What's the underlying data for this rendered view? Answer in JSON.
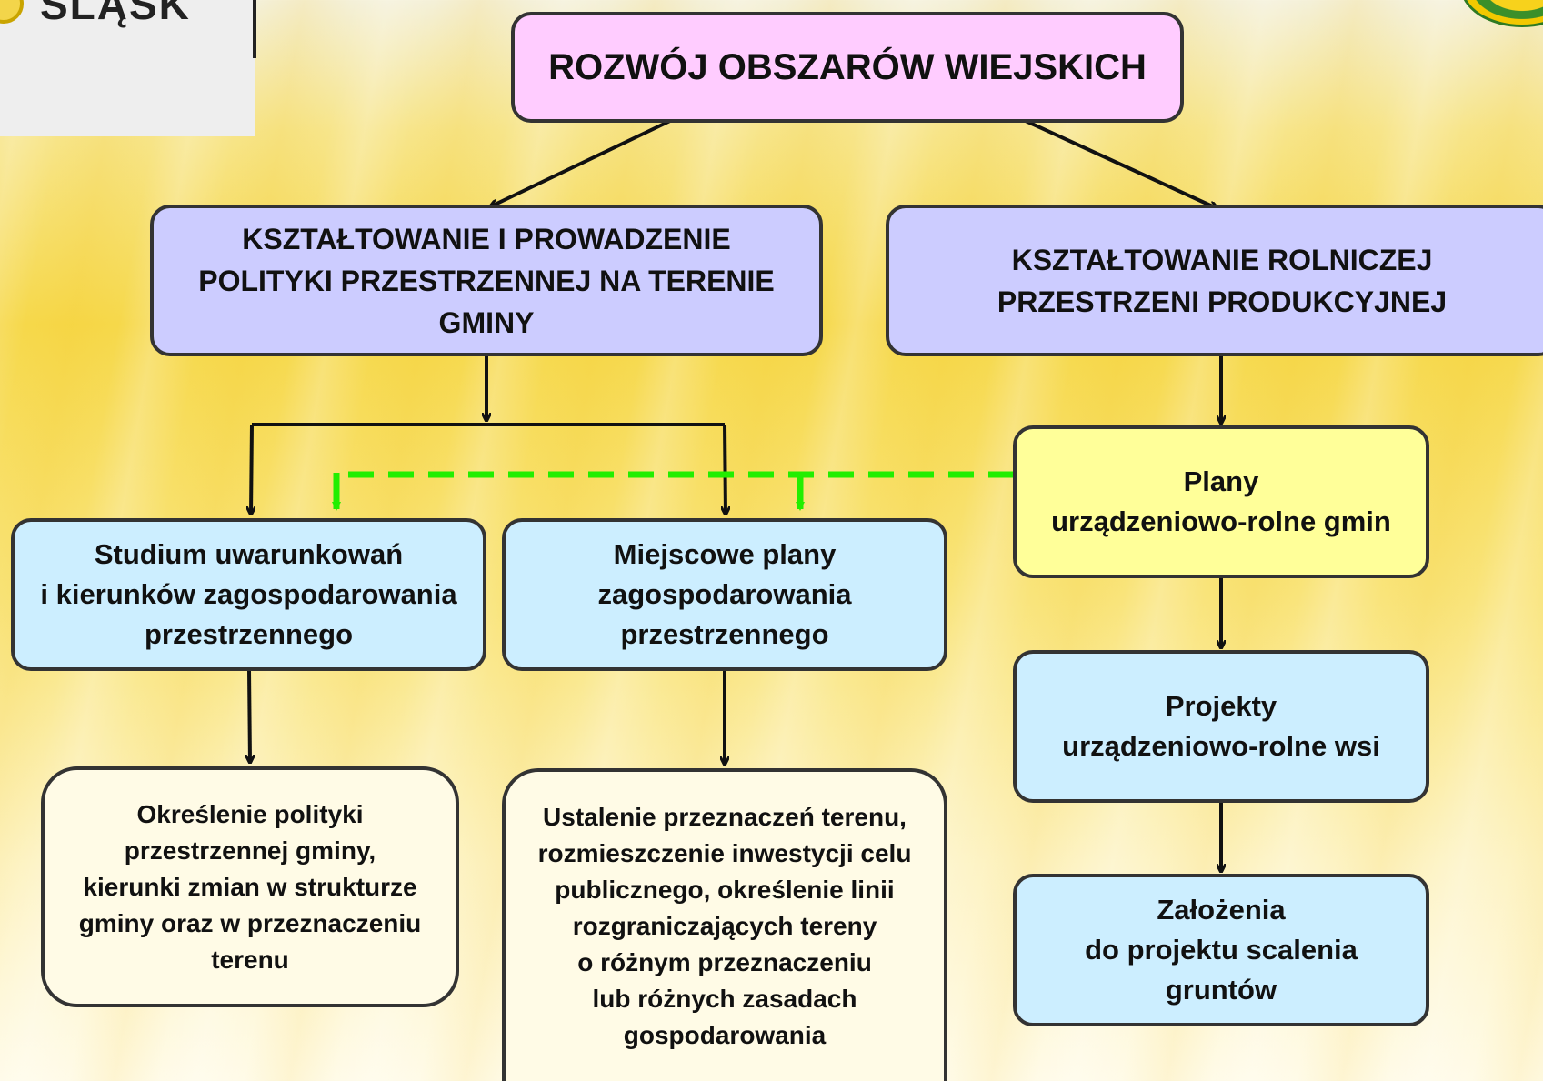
{
  "logo": {
    "text": "ŚLĄSK"
  },
  "nodes": {
    "root": "ROZWÓJ OBSZARÓW WIEJSKICH",
    "left_branch": "KSZTAŁTOWANIE I  PROWADZENIE\nPOLITYKI PRZESTRZENNEJ NA TERENIE\nGMINY",
    "right_branch": "KSZTAŁTOWANIE ROLNICZEJ\nPRZESTRZENI PRODUKCYJNEJ",
    "studium": "Studium uwarunkowań\ni kierunków zagospodarowania\nprzestrzennego",
    "mpzp": "Miejscowe plany\nzagospodarowania\nprzestrzennego",
    "plany": "Plany\nurządzeniowo-rolne gmin",
    "projekty": "Projekty\nurządzeniowo-rolne wsi",
    "zalozenia": "Założenia\ndo projektu scalenia\ngruntów",
    "studium_desc": "Określenie polityki\nprzestrzennej gminy,\nkierunki zmian w strukturze\ngminy oraz w przeznaczeniu\nterenu",
    "mpzp_desc": "Ustalenie przeznaczeń terenu,\nrozmieszczenie inwestycji celu\npublicznego, określenie linii\nrozgraniczających tereny\no różnym przeznaczeniu\nlub różnych zasadach\ngospodarowania"
  },
  "colors": {
    "root": "#ffccff",
    "branch": "#ccccff",
    "light_blue": "#cceeff",
    "yellow": "#ffff99",
    "cream": "#fffbe6",
    "dashed_link": "#22ee00"
  }
}
